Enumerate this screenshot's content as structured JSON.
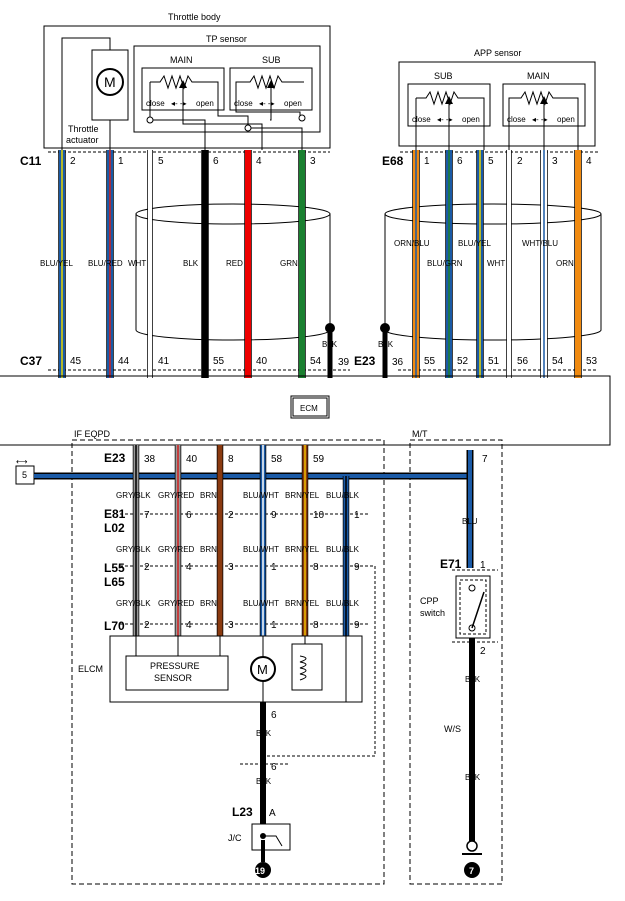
{
  "throttle_body": {
    "title": "Throttle body",
    "tp_sensor": "TP sensor",
    "main": "MAIN",
    "sub": "SUB",
    "actuator_line1": "Throttle",
    "actuator_line2": "actuator",
    "motor": "M"
  },
  "app_sensor": {
    "title": "APP sensor",
    "sub": "SUB",
    "main": "MAIN"
  },
  "pot": {
    "close": "close",
    "open": "open"
  },
  "ecm": "ECM",
  "connectors": {
    "c11": "C11",
    "e68": "E68",
    "c37": "C37",
    "e23_top": "E23",
    "e23_mid": "E23",
    "e81": "E81",
    "l02": "L02",
    "l55": "L55",
    "l65": "L65",
    "l70": "L70",
    "e71": "E71",
    "l23": "L23"
  },
  "c11_pins": [
    "2",
    "1",
    "5",
    "6",
    "4",
    "3"
  ],
  "c37_pins": [
    "45",
    "44",
    "41",
    "55",
    "40",
    "54",
    "39"
  ],
  "e68_pins": [
    "1",
    "6",
    "5",
    "2",
    "3",
    "4"
  ],
  "e23_top_pins": [
    "36",
    "55",
    "52",
    "51",
    "56",
    "54",
    "53"
  ],
  "left_wires": [
    "BLU/YEL",
    "BLU/RED",
    "WHT",
    "BLK",
    "RED",
    "GRN"
  ],
  "right_wires": [
    "ORN/BLU",
    "BLU/GRN",
    "BLU/YEL",
    "WHT",
    "WHT/BLU",
    "ORN"
  ],
  "blk": "BLK",
  "if_label": "IF EQPD",
  "mt_label": "M/T",
  "ref5": "5",
  "e23_mid_pins": [
    "38",
    "40",
    "8",
    "58",
    "59"
  ],
  "e81_pins": [
    "7",
    "6",
    "2",
    "9",
    "10",
    "1"
  ],
  "l55_pins": [
    "2",
    "4",
    "3",
    "1",
    "8",
    "9"
  ],
  "l70_pins": [
    "2",
    "4",
    "3",
    "1",
    "8",
    "9"
  ],
  "mid_wires": [
    "GRY/BLK",
    "GRY/RED",
    "BRN",
    "BLU/WHT",
    "BRN/YEL",
    "BLU/BLK"
  ],
  "elcm": {
    "label": "ELCM",
    "pressure_line1": "PRESSURE",
    "pressure_line2": "SENSOR",
    "motor": "M"
  },
  "elcm_pin": "6",
  "l23_pin_top": "6",
  "l23_pin": "A",
  "jc": "J/C",
  "ground_19": "19",
  "mt": {
    "e23_pin": "7",
    "wire1": "BLU",
    "e71_pin1": "1",
    "e71_pin2": "2",
    "switch_line1": "CPP",
    "switch_line2": "switch",
    "wire2": "BLK",
    "ws": "W/S",
    "wire3": "BLK",
    "ground_7": "7"
  }
}
